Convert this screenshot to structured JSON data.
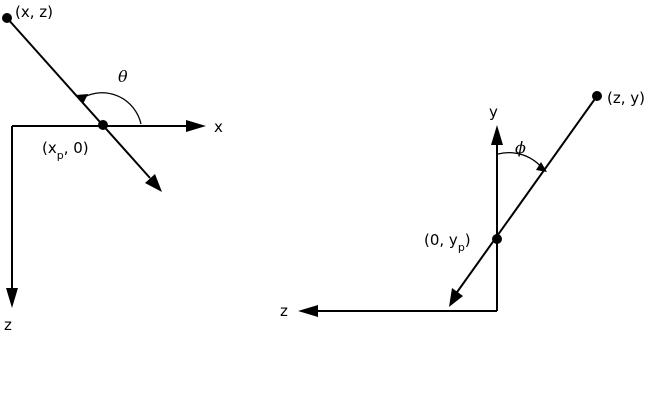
{
  "left": {
    "point_label": "(x, z)",
    "axis_x_label": "x",
    "axis_z_label": "z",
    "angle_label": "θ",
    "intercept_label_pre": "(x",
    "intercept_label_sub": "p",
    "intercept_label_post": ", 0)"
  },
  "right": {
    "point_label": "(z, y)",
    "axis_y_label": "y",
    "axis_z_label": "z",
    "angle_label": "ϕ",
    "intercept_label_pre": "(0, y",
    "intercept_label_sub": "p",
    "intercept_label_post": ")"
  }
}
